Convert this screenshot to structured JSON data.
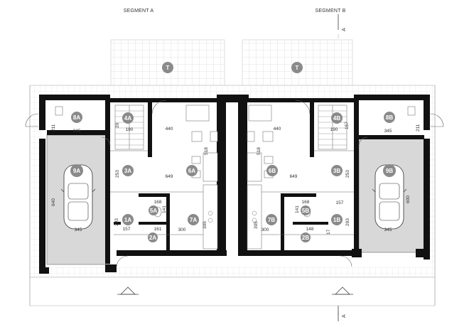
{
  "segments": {
    "a": "SEGMENT A",
    "b": "SEGMENT B"
  },
  "section_mark": "A",
  "room_labels": {
    "terrace_a": "T",
    "terrace_b": "T",
    "r8a": "8A",
    "r4a": "4A",
    "r3a": "3A",
    "r6a": "6A",
    "r5a": "5A",
    "r1a": "1A",
    "r2a": "2A",
    "r7a": "7A",
    "r9a": "9A",
    "r8b": "8B",
    "r4b": "4B",
    "r3b": "3B",
    "r6b": "6B",
    "r5b": "5B",
    "r1b": "1B",
    "r2b": "2B",
    "r7b": "7B",
    "r9b": "9B"
  },
  "dimensions": {
    "d211_a": "211",
    "d345_8a": "345",
    "d20_a": "20",
    "d190_a": "190",
    "d440_a": "440",
    "d518_a": "518",
    "d253_a": "253",
    "d649_a": "649",
    "d640_a": "640",
    "d168_a": "168",
    "d141_a": "141",
    "d293_a": "293",
    "d157_a": "157",
    "d305_a": "305",
    "d300_a": "300",
    "d345_9a": "345",
    "d161_a": "161",
    "d211_b": "211",
    "d345_8b": "345",
    "d157_b": "157",
    "d190_b": "190",
    "d440_b": "440",
    "d518_b": "518",
    "d253_b": "253",
    "d649_b": "649",
    "d600_b": "600",
    "d168_b": "168",
    "d141_b": "141",
    "d293_b": "293",
    "d157_b2": "157",
    "d305_b": "305",
    "d300_b": "300",
    "d345_9b": "345",
    "d148_b": "148",
    "d17_b": "17"
  }
}
